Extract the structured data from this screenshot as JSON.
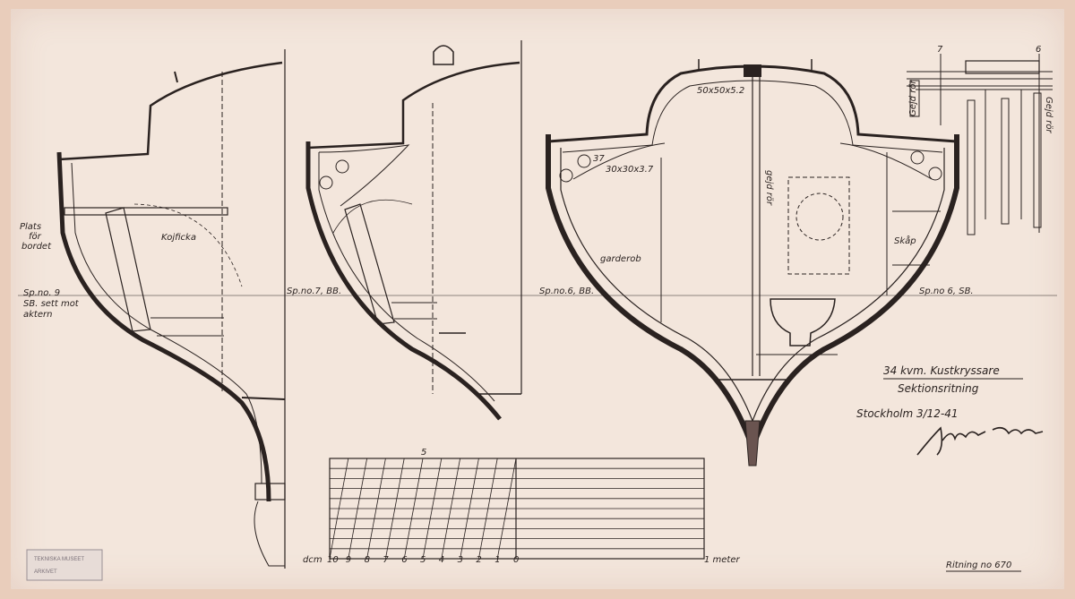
{
  "labels": {
    "plats_for_bordet": [
      "Plats",
      "för",
      "bordet"
    ],
    "kojficka": "Kojficka",
    "sp9": [
      "Sp.no. 9",
      "SB. sett mot",
      "aktern"
    ],
    "sp7": "Sp.no.7, BB.",
    "sp6bb": "Sp.no.6, BB.",
    "sp6sb": "Sp.no 6, SB.",
    "garderob": "garderob",
    "skap": "Skåp",
    "dim_37": "37",
    "dim_30": "30x30x3.7",
    "dim_50": "50x50x5.2",
    "gejd_center": "gejd rör",
    "gejd_left": "Gejd rör",
    "gejd_right": "Gejd rör",
    "frame_7": "7",
    "frame_6": "6"
  },
  "title_block": {
    "title": "34 kvm. Kustkryssare",
    "subtitle": "Sektionsritning",
    "place_date": "Stockholm 3/12-41",
    "drawing_no": "Ritning no 670"
  },
  "scale": {
    "top_mark": "5",
    "unit_left": "dcm",
    "ticks": [
      "10",
      "9",
      "8",
      "7",
      "6",
      "5",
      "4",
      "3",
      "2",
      "1",
      "0"
    ],
    "unit_right": "1 meter"
  },
  "stamp": {
    "line1": "TEKNISKA MUSEET",
    "line2": "ARKIVET"
  },
  "colors": {
    "paper": "#f3e6dc",
    "ink": "#2a2220",
    "border": "#e9cdbb"
  }
}
